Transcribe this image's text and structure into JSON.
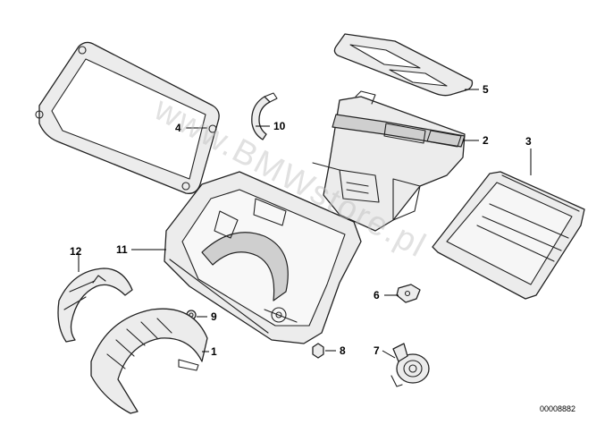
{
  "callouts": {
    "c1": "1",
    "c2": "2",
    "c3": "3",
    "c4": "4",
    "c5": "5",
    "c6": "6",
    "c7": "7",
    "c8": "8",
    "c9": "9",
    "c10": "10",
    "c11": "11",
    "c12": "12"
  },
  "watermark": "www.BMWstore.pl",
  "reference_number": "00008882"
}
